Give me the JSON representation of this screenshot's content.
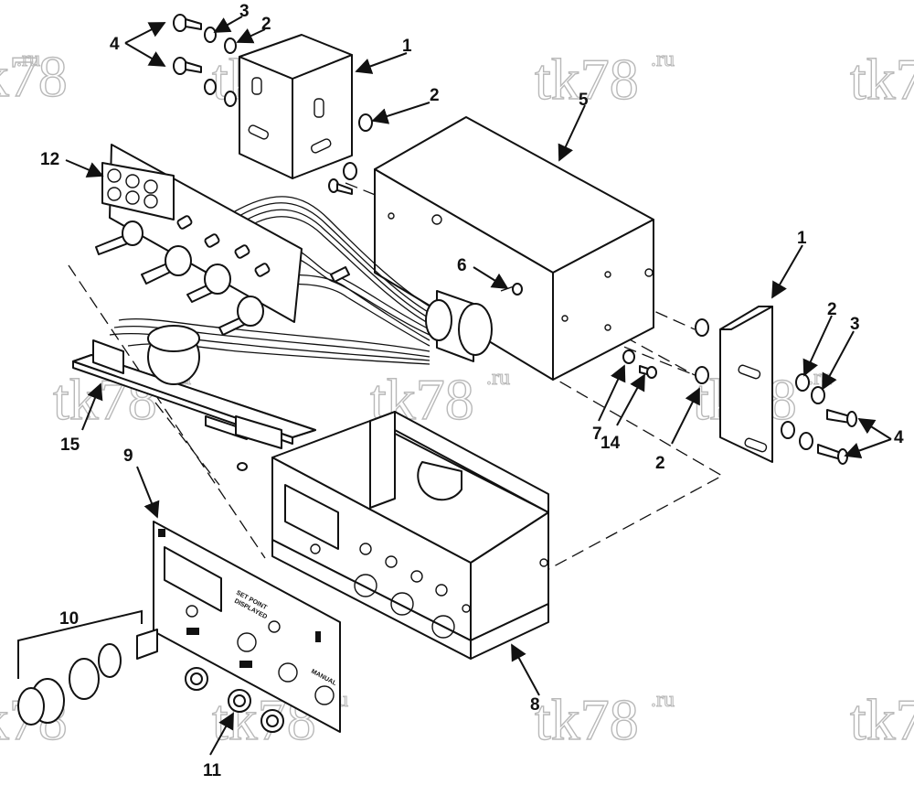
{
  "watermark": "tk78",
  "watermark_suffix": ".ru",
  "panel_text": {
    "set_point_line1": "SET POINT",
    "set_point_line2": "DISPLAYED",
    "manual": "MANUAL"
  },
  "callouts": {
    "c1_top": "1",
    "c1_right": "1",
    "c2_top_a": "2",
    "c2_top_b": "2",
    "c2_right": "2",
    "c2_bottom": "2",
    "c3_top": "3",
    "c3_right": "3",
    "c4_left": "4",
    "c4_right": "4",
    "c5": "5",
    "c6": "6",
    "c7": "7",
    "c8": "8",
    "c9": "9",
    "c10": "10",
    "c11": "11",
    "c12": "12",
    "c14": "14",
    "c15": "15"
  }
}
